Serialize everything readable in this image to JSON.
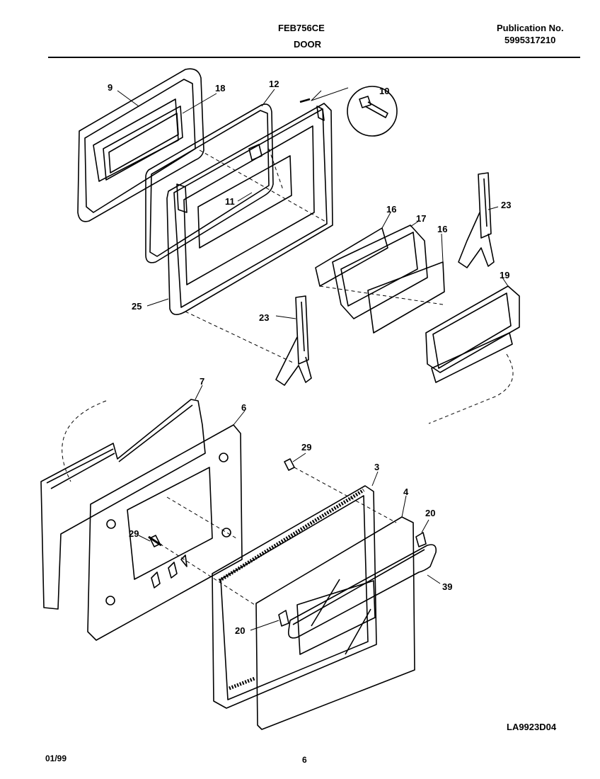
{
  "header": {
    "model": "FEB756CE",
    "section": "DOOR",
    "publication_label": "Publication No.",
    "publication_number": "5995317210"
  },
  "diagram_code": "LA9923D04",
  "footer": {
    "date": "01/99",
    "page": "6"
  },
  "parts": [
    {
      "id": "p9",
      "label": "9"
    },
    {
      "id": "p18",
      "label": "18"
    },
    {
      "id": "p12",
      "label": "12"
    },
    {
      "id": "p10",
      "label": "10"
    },
    {
      "id": "p11",
      "label": "11"
    },
    {
      "id": "p16a",
      "label": "16"
    },
    {
      "id": "p17",
      "label": "17"
    },
    {
      "id": "p16b",
      "label": "16"
    },
    {
      "id": "p23a",
      "label": "23"
    },
    {
      "id": "p19",
      "label": "19"
    },
    {
      "id": "p25",
      "label": "25"
    },
    {
      "id": "p23b",
      "label": "23"
    },
    {
      "id": "p7",
      "label": "7"
    },
    {
      "id": "p6",
      "label": "6"
    },
    {
      "id": "p29a",
      "label": "29"
    },
    {
      "id": "p3",
      "label": "3"
    },
    {
      "id": "p4",
      "label": "4"
    },
    {
      "id": "p20a",
      "label": "20"
    },
    {
      "id": "p29b",
      "label": "29"
    },
    {
      "id": "p39",
      "label": "39"
    },
    {
      "id": "p20b",
      "label": "20"
    }
  ]
}
